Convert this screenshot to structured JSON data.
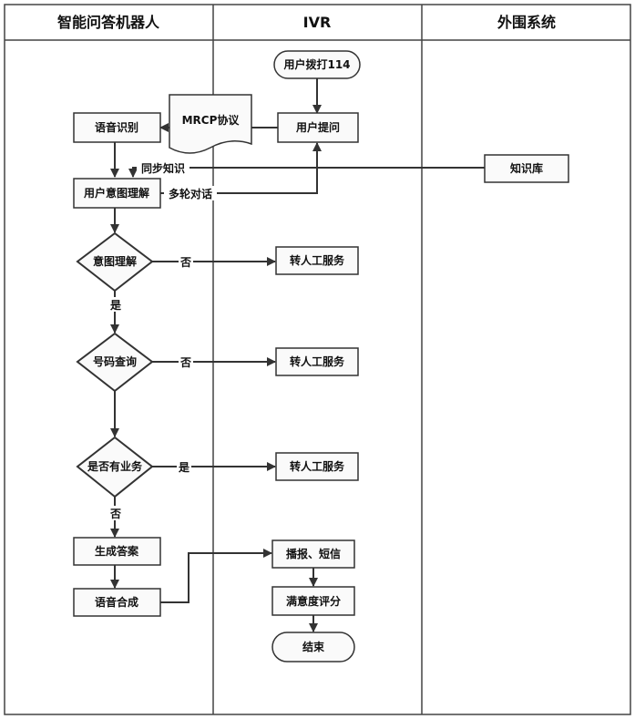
{
  "lanes": {
    "robot": "智能问答机器人",
    "ivr": "IVR",
    "external": "外围系统"
  },
  "nodes": {
    "call": "用户拨打114",
    "ask": "用户提问",
    "mrcp": "MRCP协议",
    "asr": "语音识别",
    "knowledge": "知识库",
    "intent": "用户意图理解",
    "d_intent": "意图理解",
    "d_number": "号码查询",
    "d_business": "是否有业务",
    "human1": "转人工服务",
    "human2": "转人工服务",
    "human3": "转人工服务",
    "answer": "生成答案",
    "tts": "语音合成",
    "broadcast": "播报、短信",
    "survey": "满意度评分",
    "end": "结束"
  },
  "edge_labels": {
    "sync": "同步知识",
    "multiturn": "多轮对话",
    "no1": "否",
    "yes1": "是",
    "no2": "否",
    "yes3": "是",
    "no3": "否"
  }
}
